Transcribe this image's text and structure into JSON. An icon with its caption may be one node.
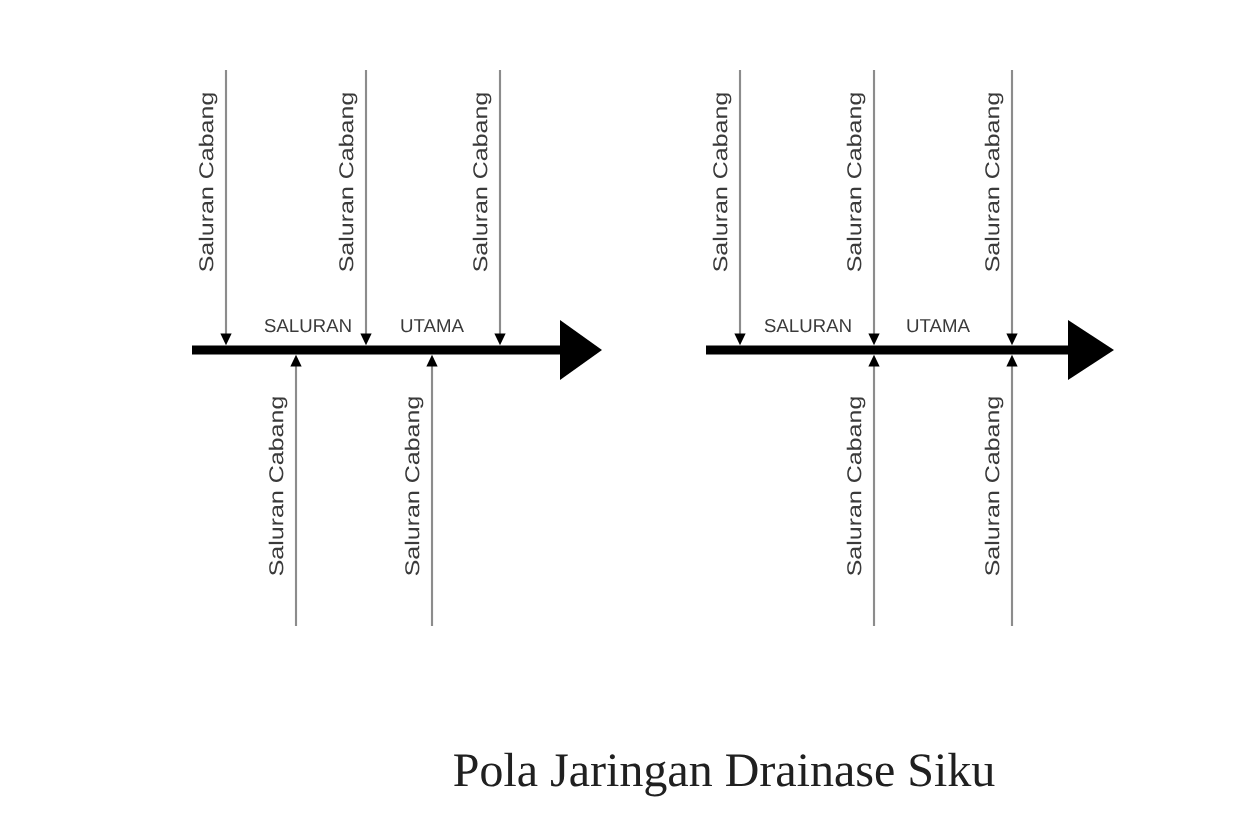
{
  "diagram": {
    "caption": "Pola Jaringan Drainase Siku",
    "nodes": [
      {
        "text": [
          "SALURAN",
          "UTAMA"
        ]
      },
      {
        "text": [
          "SALURAN",
          "UTAMA"
        ]
      }
    ],
    "edges": [
      {
        "from": null,
        "to": 0,
        "arrow": "to",
        "label": "Saluran Cabang"
      },
      {
        "from": null,
        "to": 0,
        "arrow": "to",
        "label": "Saluran Cabang"
      },
      {
        "from": null,
        "to": 0,
        "arrow": "to",
        "label": "Saluran Cabang"
      },
      {
        "from": null,
        "to": 0,
        "arrow": "to",
        "label": "Saluran Cabang"
      },
      {
        "from": null,
        "to": 0,
        "arrow": "to",
        "label": "Saluran Cabang"
      },
      {
        "from": null,
        "to": 1,
        "arrow": "to",
        "label": "Saluran Cabang"
      },
      {
        "from": null,
        "to": 1,
        "arrow": "to",
        "label": "Saluran Cabang"
      },
      {
        "from": null,
        "to": 1,
        "arrow": "to",
        "label": "Saluran Cabang"
      },
      {
        "from": null,
        "to": 1,
        "arrow": "to",
        "label": "Saluran Cabang"
      },
      {
        "from": null,
        "to": 1,
        "arrow": "to",
        "label": "Saluran Cabang"
      }
    ]
  }
}
